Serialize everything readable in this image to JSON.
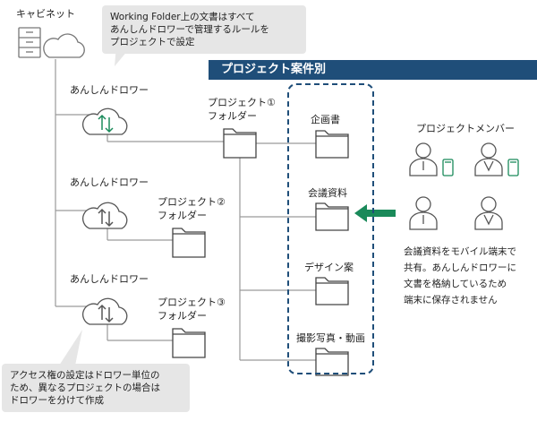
{
  "cabinet": {
    "label": "キャビネット"
  },
  "bubble_top": {
    "lines": [
      "Working Folder上の文書はすべて",
      "あんしんドロワーで管理するルールを",
      "プロジェクトで設定"
    ]
  },
  "banner": {
    "label": "プロジェクト案件別"
  },
  "drawers": [
    {
      "label": "あんしんドロワー",
      "active": true
    },
    {
      "label": "あんしんドロワー",
      "active": false
    },
    {
      "label": "あんしんドロワー",
      "active": false
    }
  ],
  "projects": [
    {
      "line1": "プロジェクト①",
      "line2": "フォルダー"
    },
    {
      "line1": "プロジェクト②",
      "line2": "フォルダー"
    },
    {
      "line1": "プロジェクト③",
      "line2": "フォルダー"
    }
  ],
  "subfolders": [
    "企画書",
    "会議資料",
    "デザイン案",
    "撮影写真・動画"
  ],
  "members": {
    "title": "プロジェクトメンバー"
  },
  "note": {
    "lines": [
      "会議資料をモバイル端末で",
      "共有。あんしんドロワーに",
      "文書を格納しているため",
      "端末に保存されません"
    ]
  },
  "bubble_bottom": {
    "lines": [
      "アクセス権の設定はドロワー単位の",
      "ため、異なるプロジェクトの場合は",
      "ドロワーを分けて作成"
    ]
  },
  "colors": {
    "accent": "#1f4e79",
    "green": "#1a8a5a",
    "line": "#9a9a9a"
  }
}
